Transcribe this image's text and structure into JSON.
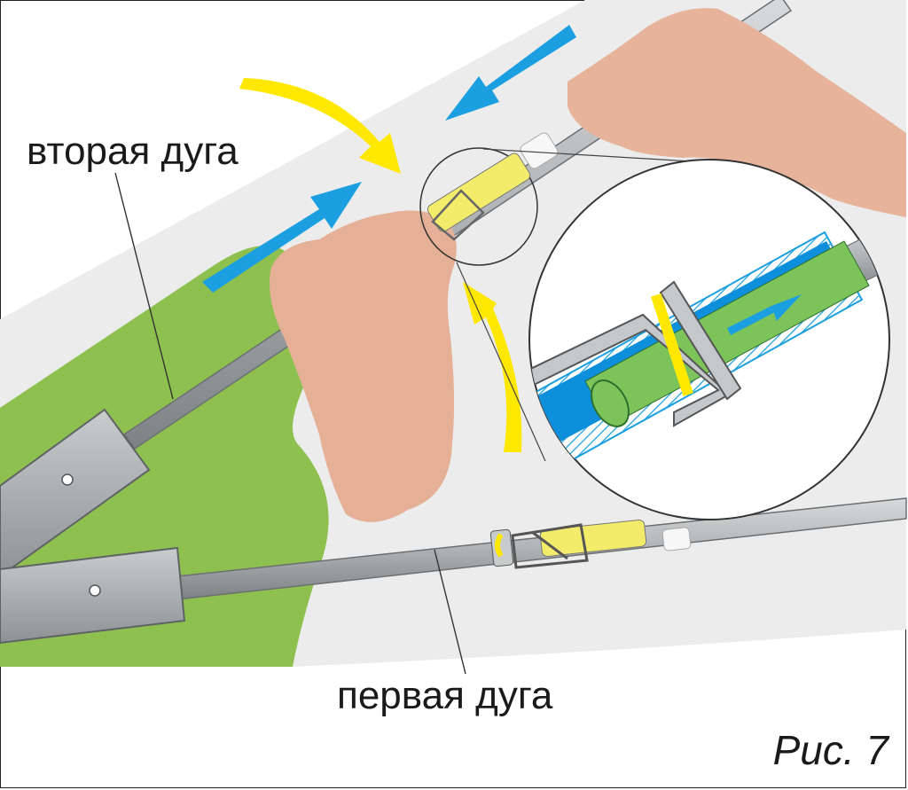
{
  "labels": {
    "second_arc": "вторая дуга",
    "first_arc": "первая дуга"
  },
  "caption": "Рис. 7",
  "icons": [
    "blue-arrow-icon",
    "yellow-curved-arrow-icon",
    "hand-icon",
    "magnifier-circle-icon",
    "clip-icon"
  ],
  "colors": {
    "fabric_green": "#8dc04e",
    "fabric_light": "#eeeeee",
    "pole_grey": "#a9acae",
    "arrow_blue": "#1b9fe0",
    "arrow_yellow": "#ffe800",
    "sleeve_blue": "#0d8fdc",
    "inner_green": "#7cc45a",
    "insert_yellow": "#f3ec6a"
  }
}
